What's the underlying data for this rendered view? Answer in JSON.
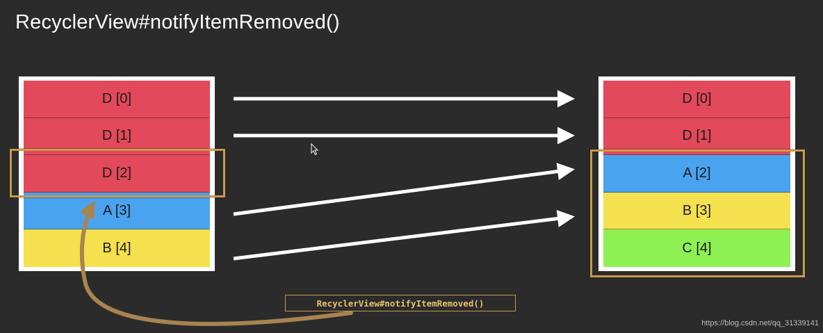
{
  "title": "RecyclerView#notifyItemRemoved()",
  "colors": {
    "red": "#e2495a",
    "blue": "#4aa3ef",
    "yellow": "#f5e04d",
    "green": "#8df154",
    "highlight": "#c99a4a",
    "background": "#2b2b2b"
  },
  "before_list": [
    {
      "label": "D [0]",
      "color": "red"
    },
    {
      "label": "D [1]",
      "color": "red"
    },
    {
      "label": "D [2]",
      "color": "red"
    },
    {
      "label": "A [3]",
      "color": "blue"
    },
    {
      "label": "B [4]",
      "color": "yellow"
    }
  ],
  "after_list": [
    {
      "label": "D [0]",
      "color": "red"
    },
    {
      "label": "D [1]",
      "color": "red"
    },
    {
      "label": "A [2]",
      "color": "blue"
    },
    {
      "label": "B [3]",
      "color": "yellow"
    },
    {
      "label": "C [4]",
      "color": "green"
    }
  ],
  "call_label": "RecyclerView#notifyItemRemoved()",
  "watermark": "https://blog.csdn.net/qq_31339141"
}
